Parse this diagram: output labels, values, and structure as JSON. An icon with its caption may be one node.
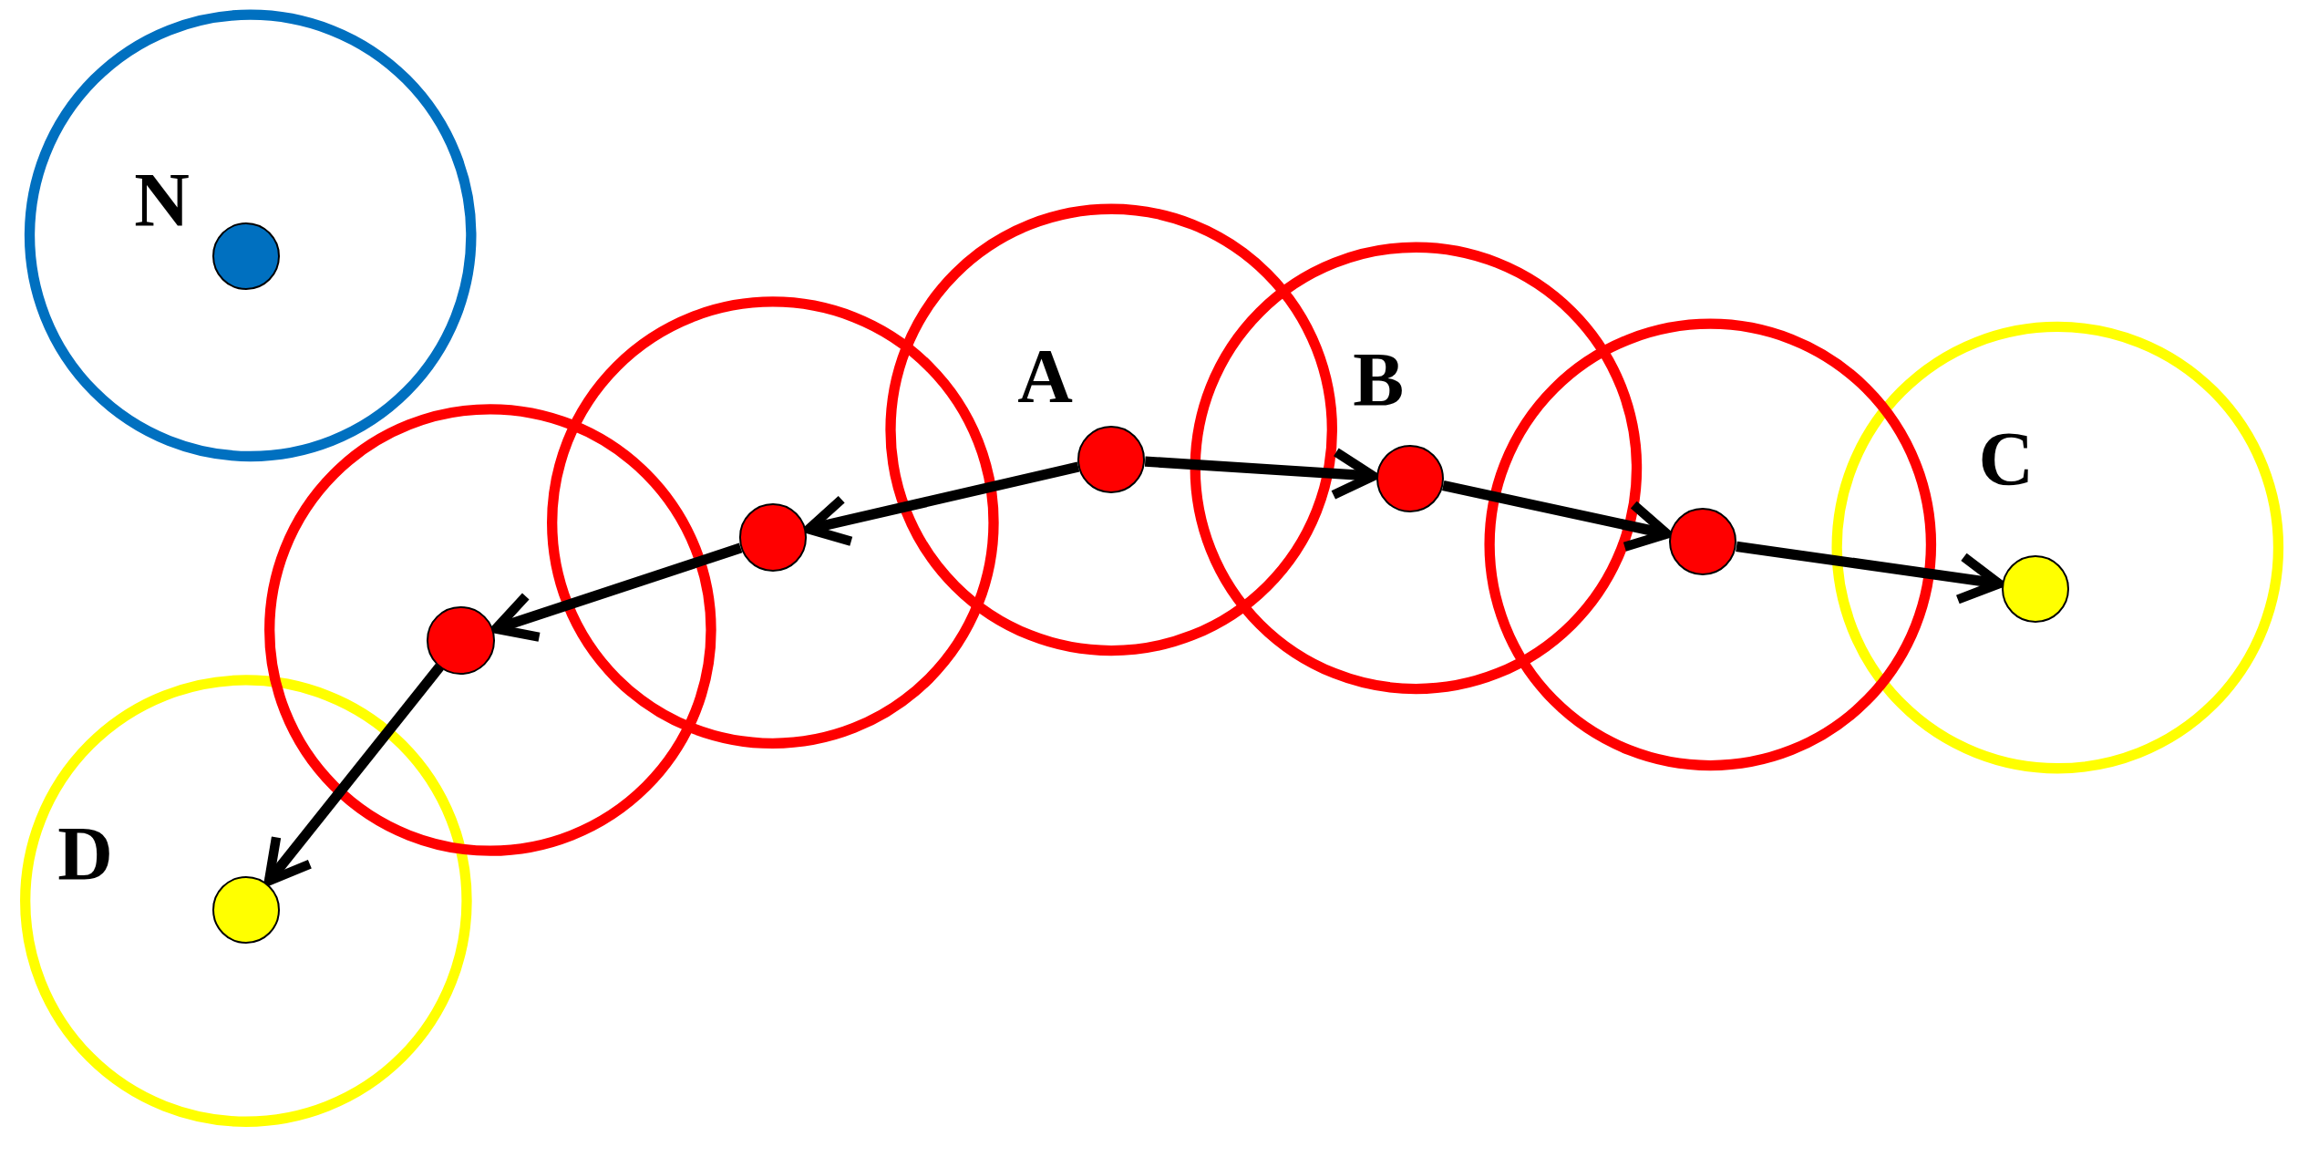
{
  "diagram": {
    "nodes": [
      {
        "text": [
          "N"
        ]
      },
      {
        "text": [
          "A"
        ]
      },
      {
        "text": [
          "B"
        ]
      },
      {
        "text": [
          "C"
        ]
      },
      {
        "text": [
          "D"
        ]
      },
      {
        "text": [],
        "shape": "circle"
      },
      {
        "text": [],
        "shape": "circle"
      },
      {
        "text": [],
        "shape": "circle"
      }
    ],
    "edges": [
      {
        "from": 1,
        "to": 6,
        "arrow": "to"
      },
      {
        "from": 6,
        "to": 5,
        "arrow": "to"
      },
      {
        "from": 5,
        "to": 4,
        "arrow": "to"
      },
      {
        "from": 1,
        "to": 2,
        "arrow": "to"
      },
      {
        "from": 2,
        "to": 7,
        "arrow": "to"
      },
      {
        "from": 7,
        "to": 3,
        "arrow": "to"
      }
    ]
  }
}
